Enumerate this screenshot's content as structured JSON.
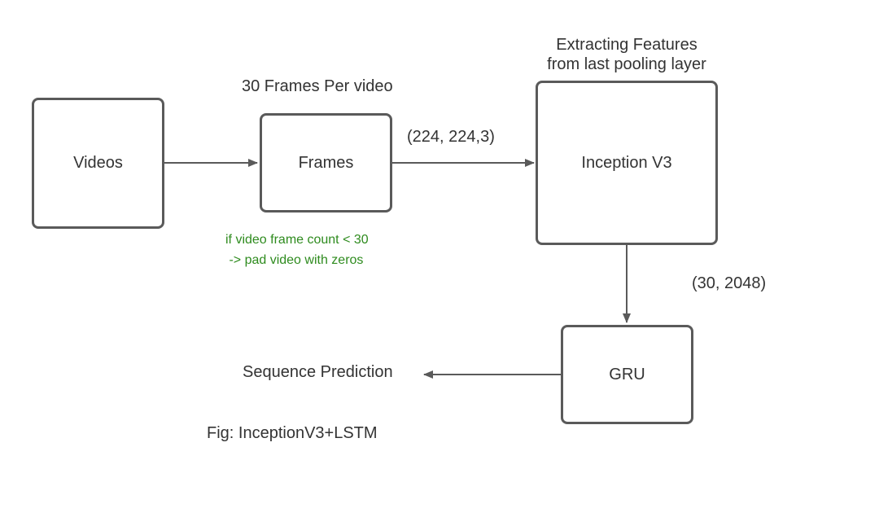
{
  "colors": {
    "stroke": "#5a5a5a",
    "text": "#333333",
    "note": "#2e8b1e"
  },
  "nodes": {
    "videos": "Videos",
    "frames": "Frames",
    "inception": "Inception V3",
    "gru": "GRU"
  },
  "labels": {
    "frames_caption": "30 Frames Per video",
    "inception_caption_line1": "Extracting Features",
    "inception_caption_line2": "from last pooling layer",
    "frames_to_inception_shape": "(224, 224,3)",
    "inception_to_gru_shape": "(30, 2048)",
    "output": "Sequence Prediction",
    "figure_caption": "Fig: InceptionV3+LSTM"
  },
  "note": {
    "line1": "if video frame count < 30",
    "line2": " -> pad video with zeros"
  },
  "edges": [
    {
      "from": "videos",
      "to": "frames"
    },
    {
      "from": "frames",
      "to": "inception"
    },
    {
      "from": "inception",
      "to": "gru"
    },
    {
      "from": "gru",
      "to": "output"
    }
  ]
}
